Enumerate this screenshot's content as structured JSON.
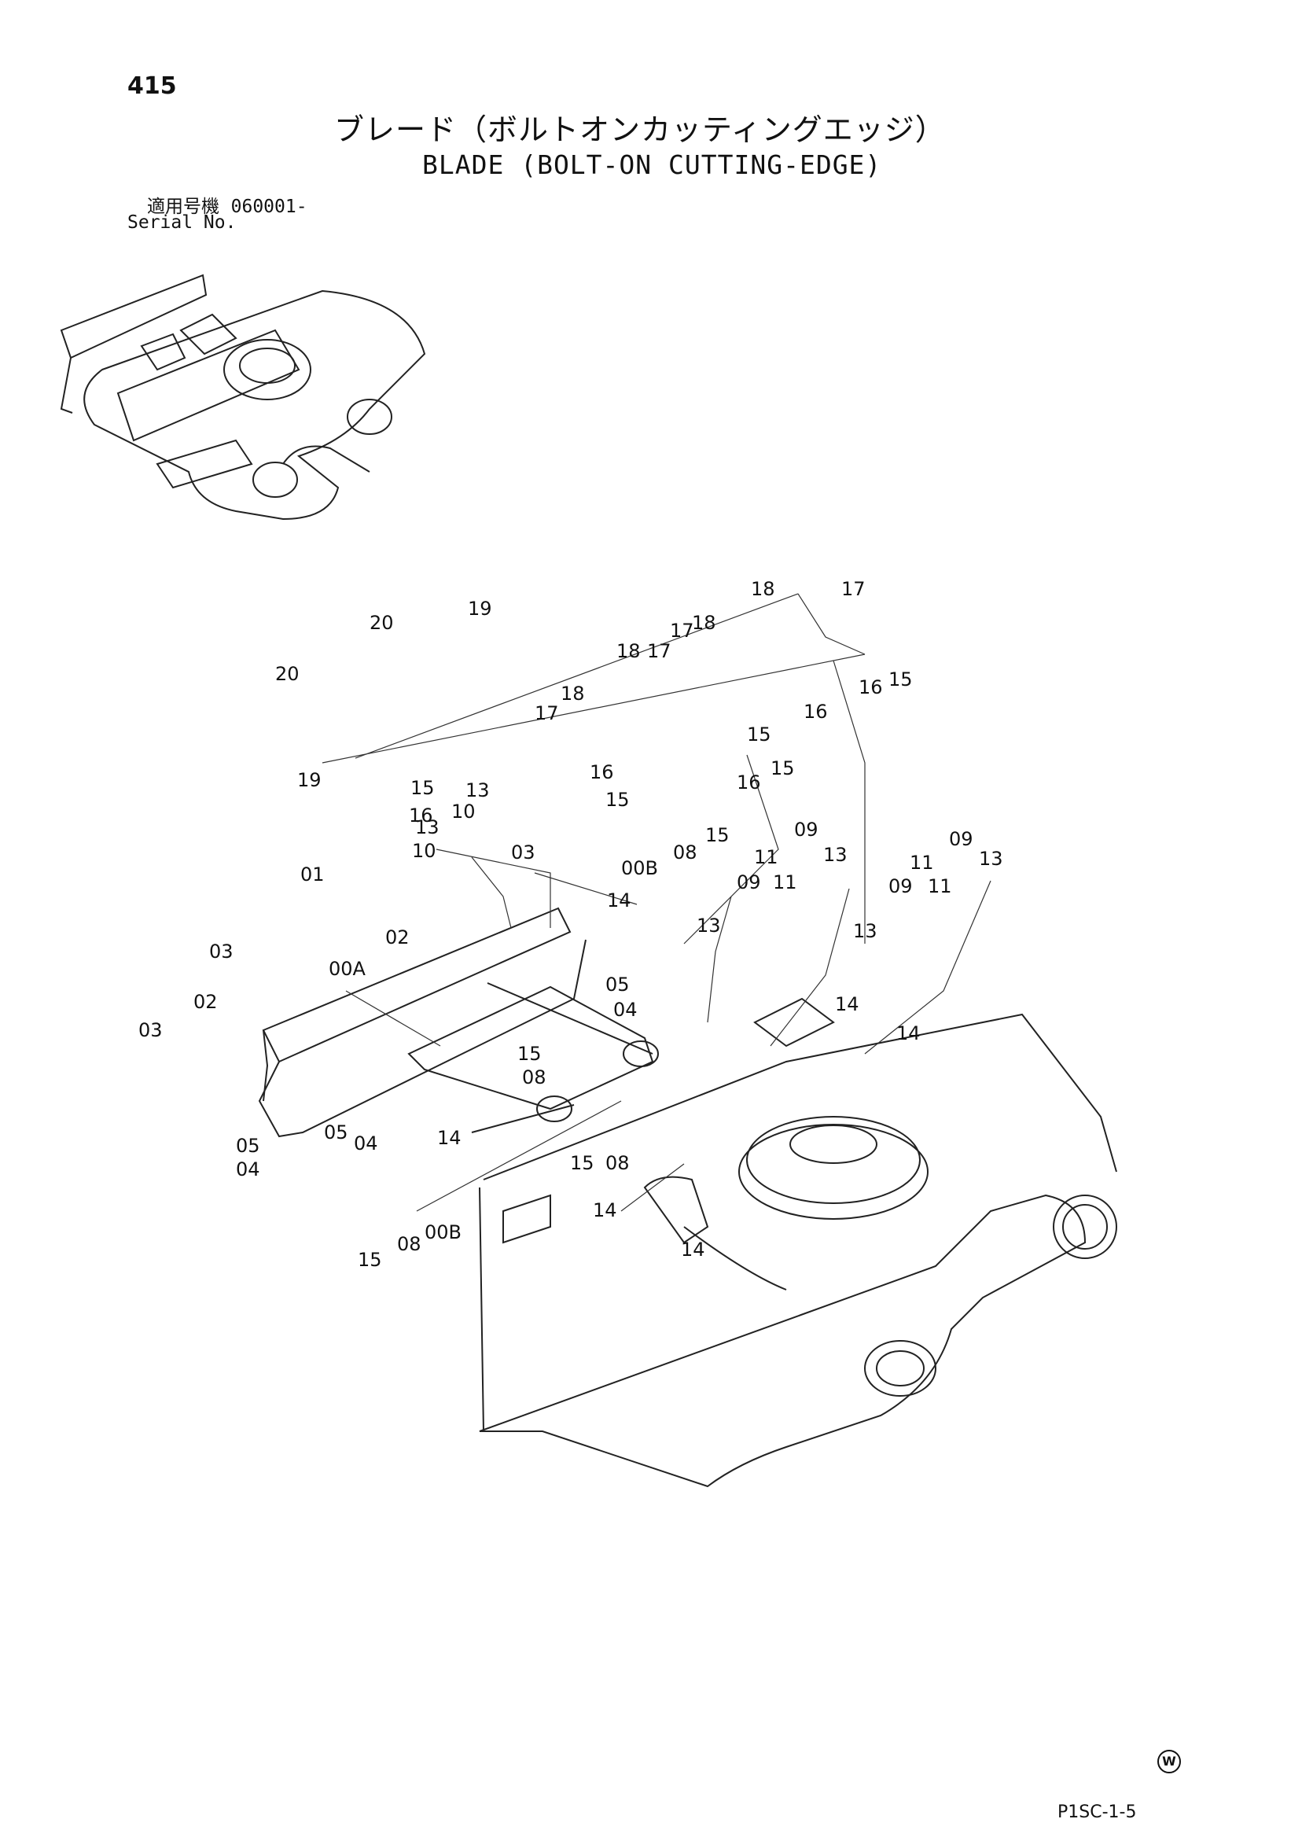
{
  "page_number": "415",
  "title_jp": "ブレード（ボルトオンカッティングエッジ）",
  "title_en": "BLADE (BOLT-ON CUTTING-EDGE)",
  "serial_label_jp": "適用号機",
  "serial_value": "060001-",
  "serial_label_en": "Serial No.",
  "page_code": "P1SC-1-5",
  "mark": "W",
  "callouts": [
    "20",
    "19",
    "20",
    "19",
    "18",
    "17",
    "17",
    "18",
    "18",
    "17",
    "17",
    "18",
    "16",
    "15",
    "15",
    "16",
    "15",
    "16",
    "16",
    "15",
    "15",
    "16",
    "13",
    "10",
    "13",
    "10",
    "03",
    "00B",
    "08",
    "15",
    "14",
    "09",
    "13",
    "11",
    "09",
    "11",
    "13",
    "09",
    "13",
    "11",
    "09",
    "11",
    "13",
    "01",
    "02",
    "03",
    "00A",
    "02",
    "03",
    "05",
    "04",
    "15",
    "08",
    "14",
    "14",
    "05",
    "04",
    "05",
    "04",
    "14",
    "15",
    "08",
    "14",
    "14",
    "15",
    "08",
    "00B"
  ]
}
